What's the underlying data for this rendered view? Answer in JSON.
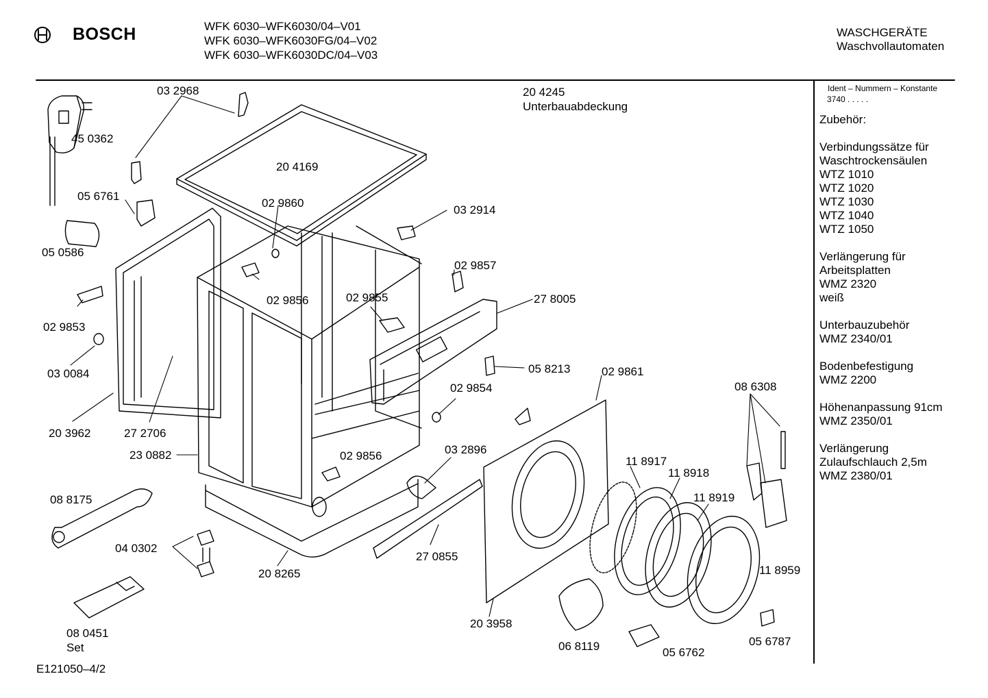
{
  "header": {
    "brand": "BOSCH",
    "models": [
      "WFK 6030–WFK6030/04–V01",
      "WFK 6030–WFK6030FG/04–V02",
      "WFK 6030–WFK6030DC/04–V03"
    ],
    "category_line1": "WASCHGERÄTE",
    "category_line2": "Waschvollautomaten"
  },
  "parts": {
    "p450362": "45 0362",
    "p032968": "03 2968",
    "p204245": "20 4245",
    "p204245_desc": "Unterbauabdeckung",
    "p204169": "20 4169",
    "p056761": "05 6761",
    "p029860": "02 9860",
    "p032914": "03 2914",
    "p050586": "05 0586",
    "p029857": "02 9857",
    "p029856a": "02 9856",
    "p029855": "02 9855",
    "p278005": "27 8005",
    "p029853": "02 9853",
    "p030084": "03 0084",
    "p058213": "05 8213",
    "p029861": "02 9861",
    "p029854": "02 9854",
    "p086308": "08 6308",
    "p203962": "20 3962",
    "p272706": "27 2706",
    "p230882": "23 0882",
    "p029856b": "02 9856",
    "p032896": "03 2896",
    "p118917": "11 8917",
    "p118918": "11 8918",
    "p118919": "11 8919",
    "p088175": "08 8175",
    "p040302": "04 0302",
    "p208265": "20 8265",
    "p270855": "27 0855",
    "p118959": "11 8959",
    "p203958": "20 3958",
    "p068119": "06 8119",
    "p056762": "05 6762",
    "p056787": "05 6787",
    "p080451": "08  0451",
    "p080451_set": "Set"
  },
  "sidebar": {
    "ident": "Ident – Nummern – Konstante",
    "ident_value": "3740  .  .  .  .  .",
    "lines": [
      "Zubehör:",
      "",
      "Verbindungssätze für",
      "Waschtrockensäulen",
      "WTZ 1010",
      "WTZ 1020",
      "WTZ 1030",
      "WTZ 1040",
      "WTZ 1050",
      "",
      "Verlängerung für",
      "Arbeitsplatten",
      "WMZ 2320",
      "weiß",
      "",
      "Unterbauzubehör",
      "WMZ 2340/01",
      "",
      "Bodenbefestigung",
      "WMZ 2200",
      "",
      "Höhenanpassung  91cm",
      "WMZ 2350/01",
      "",
      "Verlängerung",
      "Zulaufschlauch 2,5m",
      "WMZ 2380/01"
    ]
  },
  "footer": {
    "code": "E121050–4/2"
  }
}
